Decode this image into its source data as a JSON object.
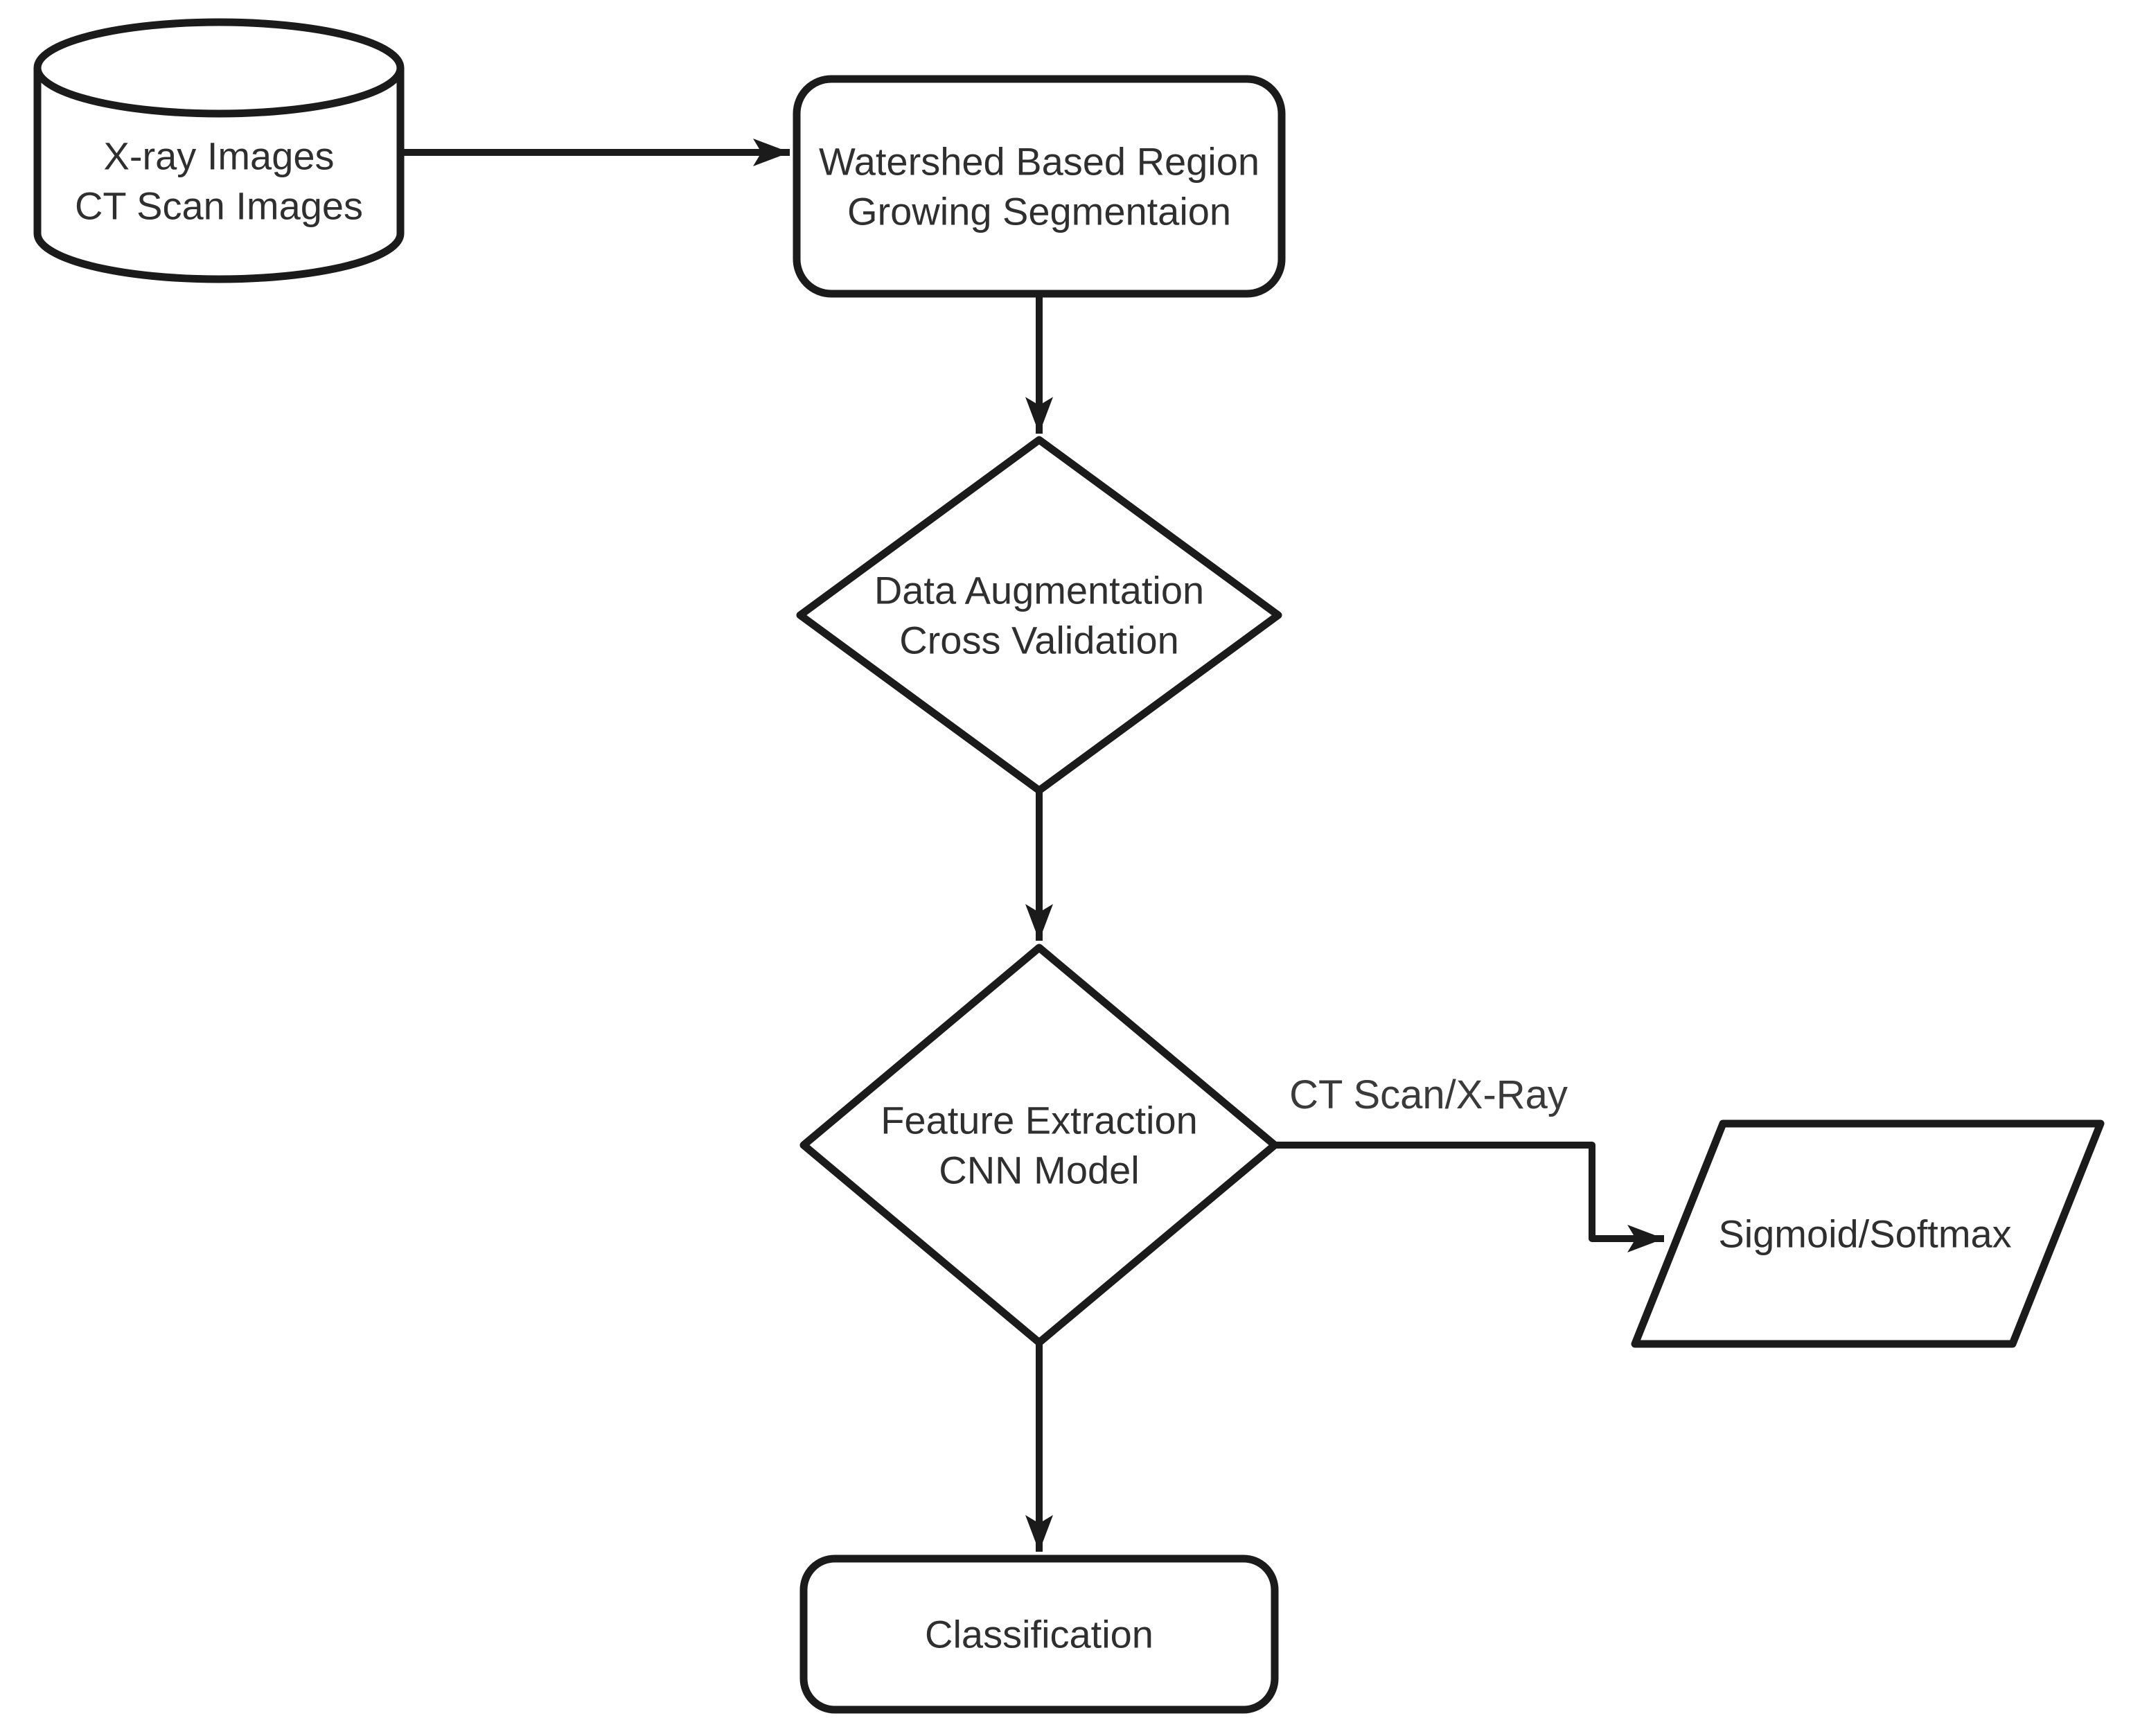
{
  "style": {
    "background": "#ffffff",
    "node_fill": "#ffffff",
    "stroke_color": "#1b1b1b",
    "text_color": "#2f2f2f",
    "label_color": "#3a3a3a"
  },
  "diagram": {
    "type": "flowchart",
    "nodes": {
      "datastore": {
        "shape": "cylinder",
        "line1": "X-ray Images",
        "line2": "CT Scan Images"
      },
      "segmentation": {
        "shape": "rounded-rectangle",
        "line1": "Watershed Based Region",
        "line2": "Growing Segmentaion"
      },
      "augmentation": {
        "shape": "diamond",
        "line1": "Data Augmentation",
        "line2": "Cross Validation"
      },
      "feature_extraction": {
        "shape": "diamond",
        "line1": "Feature Extraction",
        "line2": "CNN Model"
      },
      "activation": {
        "shape": "parallelogram",
        "line1": "Sigmoid/Softmax"
      },
      "classification": {
        "shape": "rounded-rectangle",
        "line1": "Classification"
      }
    },
    "edges": {
      "datastore_to_segmentation": {
        "from": "datastore",
        "to": "segmentation",
        "label": ""
      },
      "segmentation_to_augmentation": {
        "from": "segmentation",
        "to": "augmentation",
        "label": ""
      },
      "augmentation_to_feature_extraction": {
        "from": "augmentation",
        "to": "feature_extraction",
        "label": ""
      },
      "feature_extraction_to_activation": {
        "from": "feature_extraction",
        "to": "activation",
        "label": "CT Scan/X-Ray"
      },
      "feature_extraction_to_classification": {
        "from": "feature_extraction",
        "to": "classification",
        "label": ""
      }
    }
  }
}
